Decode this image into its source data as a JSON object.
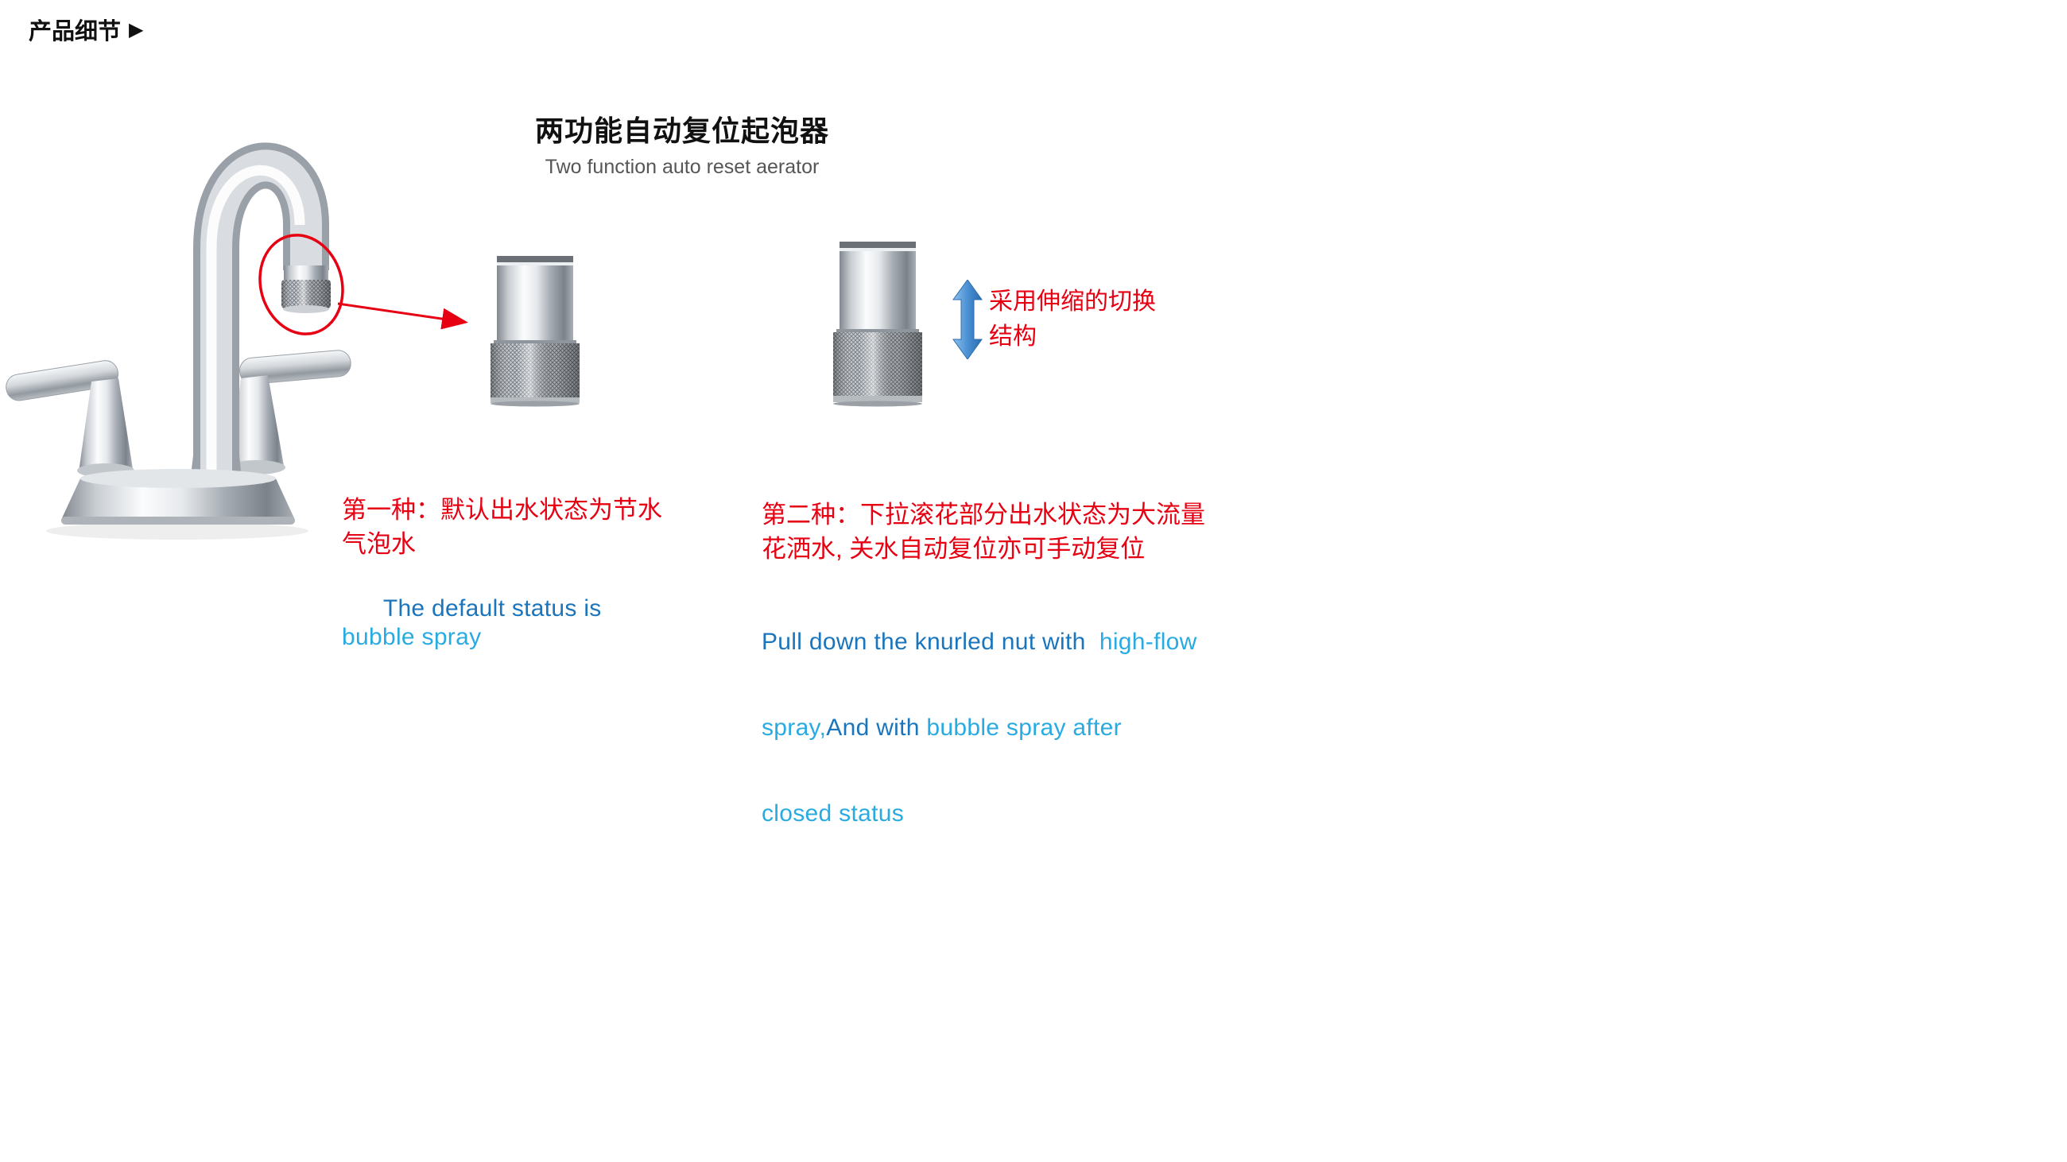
{
  "header": {
    "label": "产品细节",
    "arrow_icon": "▶"
  },
  "title": {
    "zh": "两功能自动复位起泡器",
    "en": "Two function auto reset aerator"
  },
  "telescopic_note": {
    "line1": "采用伸缩的切换",
    "line2": "结构"
  },
  "mode1": {
    "zh_line1": "第一种：默认出水状态为节水",
    "zh_line2": "气泡水",
    "en_dark": "The default status is ",
    "en_light": "bubble spray"
  },
  "mode2": {
    "zh_line1": "第二种：下拉滚花部分出水状态为大流量",
    "zh_line2": "花洒水, 关水自动复位亦可手动复位",
    "en_line1_dark": "Pull down the knurled nut with ",
    "en_line1_light": " high-flow",
    "en_line2_light_a": "spray,",
    "en_line2_dark": "And with ",
    "en_line2_light_b": "bubble spray after",
    "en_line3_light": "closed status"
  },
  "colors": {
    "accent_red": "#e60012",
    "blue_dark": "#1b75bc",
    "blue_light": "#29abe2",
    "subtitle_gray": "#565656",
    "telescopic_arrow_blue": "#4a90d3"
  },
  "icons": {
    "header_arrow": "right-triangle",
    "telescopic_arrow": "vertical-double-arrow",
    "annotation": "red-circle-with-pointer-arrow"
  }
}
